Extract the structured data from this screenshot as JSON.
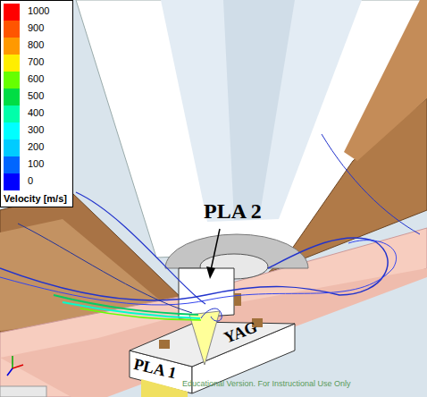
{
  "diagram": {
    "labels": [
      "PLA 2",
      "PLA 1",
      "YAG",
      "Velocity [m/s]",
      "Educational Version. For Instructional Use Only"
    ],
    "legend": [
      {
        "text": "1000",
        "color": "#ff0000"
      },
      {
        "text": "900",
        "color": "#ff5500"
      },
      {
        "text": "800",
        "color": "#ff9900"
      },
      {
        "text": "700",
        "color": "#ffee00"
      },
      {
        "text": "600",
        "color": "#66ff00"
      },
      {
        "text": "500",
        "color": "#00dd44"
      },
      {
        "text": "400",
        "color": "#00ffaa"
      },
      {
        "text": "300",
        "color": "#00ffff"
      },
      {
        "text": "200",
        "color": "#00ccff"
      },
      {
        "text": "100",
        "color": "#0066ff"
      },
      {
        "text": "0",
        "color": "#0000ff"
      }
    ]
  }
}
